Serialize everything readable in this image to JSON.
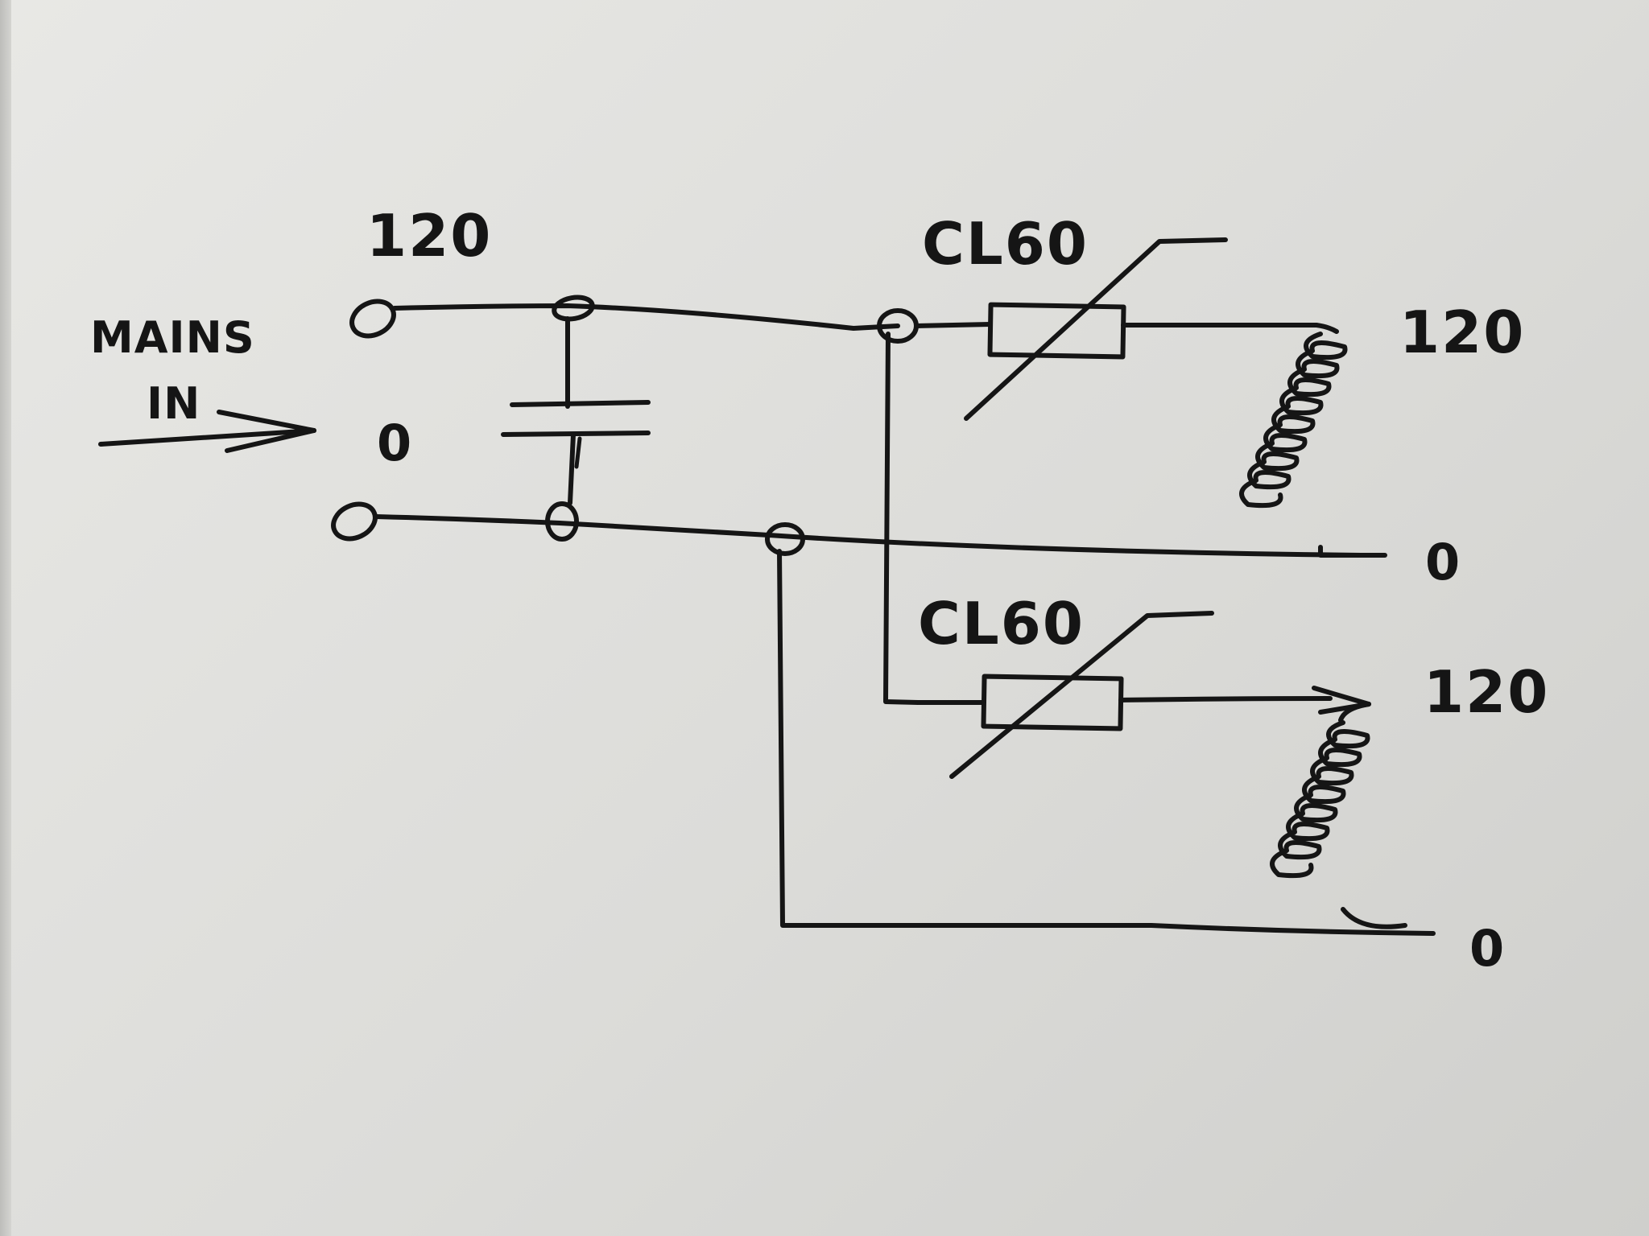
{
  "labels": {
    "mains": "MAINS",
    "in": "IN",
    "input_hot": "120",
    "input_neutral": "0",
    "top_thermistor": "CL60",
    "bottom_thermistor": "CL60",
    "top_out_hot": "120",
    "top_out_neutral": "0",
    "bottom_out_hot": "120",
    "bottom_out_neutral": "0"
  }
}
